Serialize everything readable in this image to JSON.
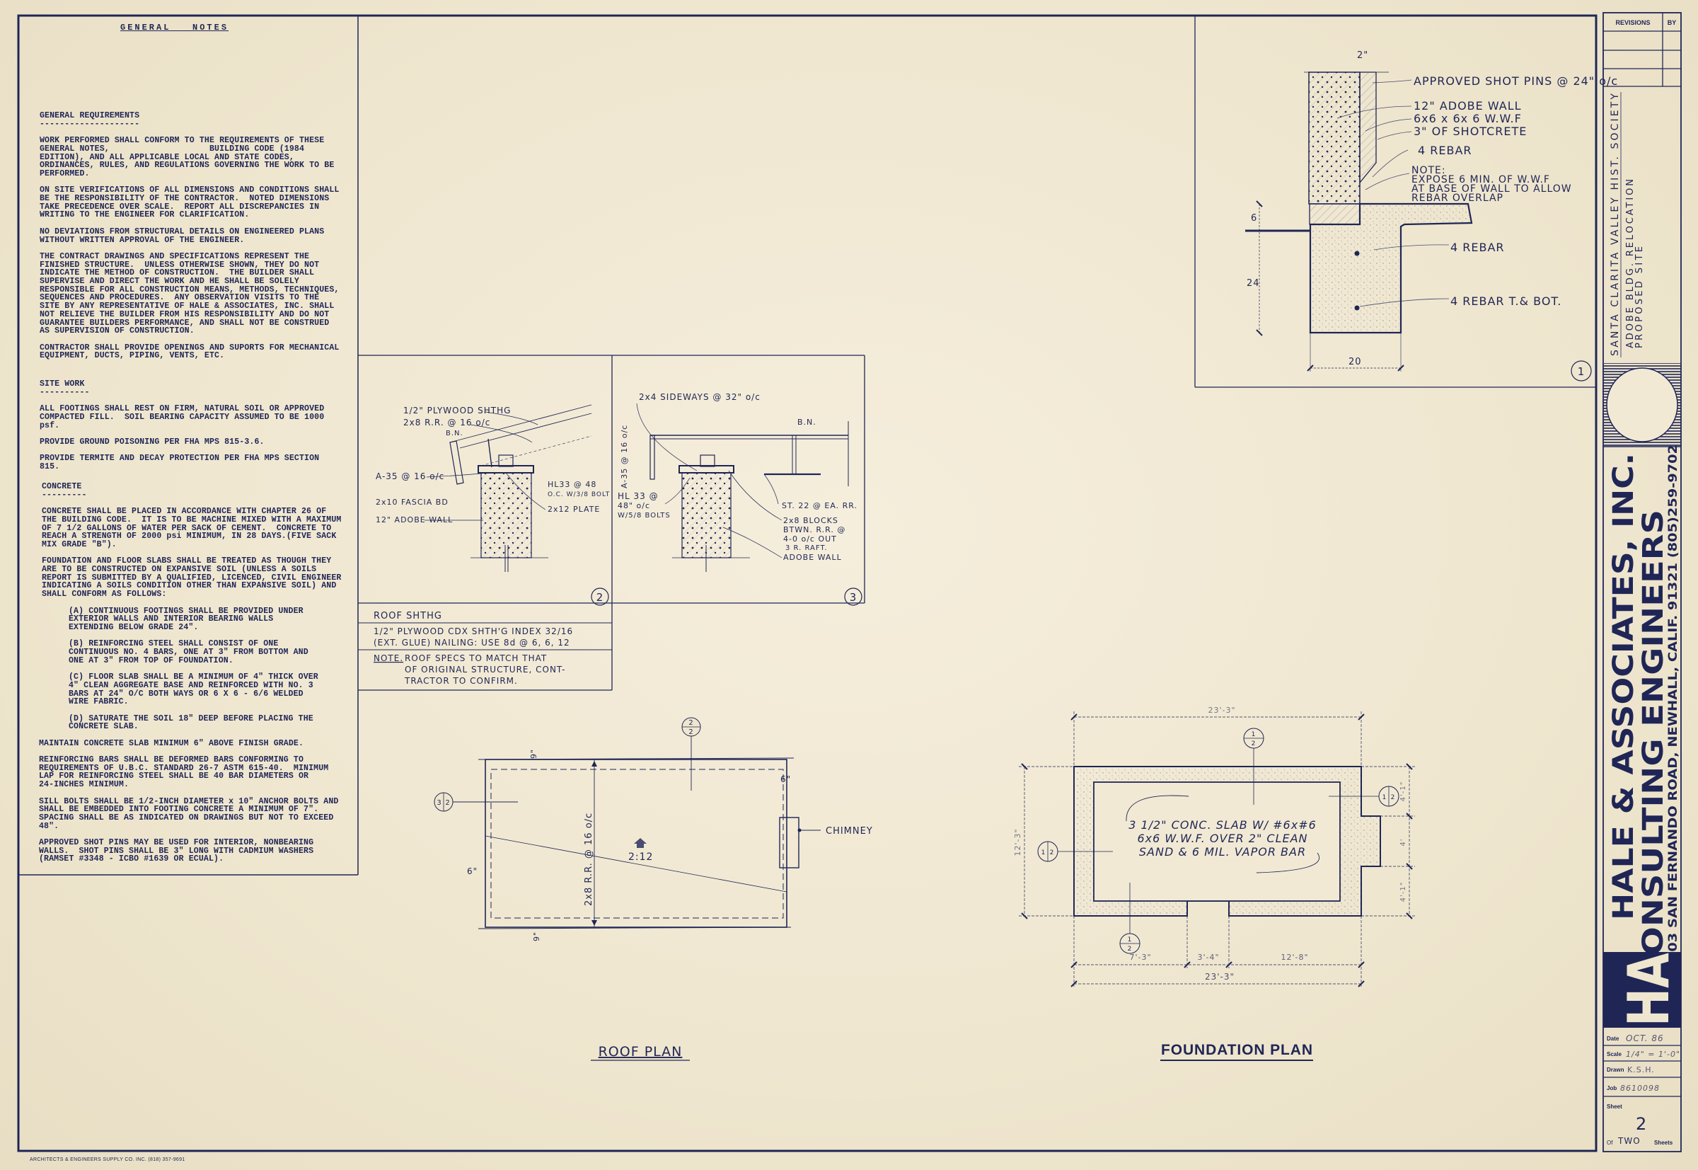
{
  "general_notes": {
    "title": "GENERAL   NOTES",
    "general_requirements": {
      "heading": "GENERAL REQUIREMENTS",
      "rule": "--------------------",
      "paragraphs": [
        "WORK PERFORMED SHALL CONFORM TO THE REQUIREMENTS OF THESE\nGENERAL NOTES,                    BUILDING CODE (1984\nEDITION), AND ALL APPLICABLE LOCAL AND STATE CODES,\nORDINANCES, RULES, AND REGULATIONS GOVERNING THE WORK TO BE\nPERFORMED.",
        "ON SITE VERIFICATIONS OF ALL DIMENSIONS AND CONDITIONS SHALL\nBE THE RESPONSIBILITY OF THE CONTRACTOR.  NOTED DIMENSIONS\nTAKE PRECEDENCE OVER SCALE.  REPORT ALL DISCREPANCIES IN\nWRITING TO THE ENGINEER FOR CLARIFICATION.",
        "NO DEVIATIONS FROM STRUCTURAL DETAILS ON ENGINEERED PLANS\nWITHOUT WRITTEN APPROVAL OF THE ENGINEER.",
        "THE CONTRACT DRAWINGS AND SPECIFICATIONS REPRESENT THE\nFINISHED STRUCTURE.  UNLESS OTHERWISE SHOWN, THEY DO NOT\nINDICATE THE METHOD OF CONSTRUCTION.  THE BUILDER SHALL\nSUPERVISE AND DIRECT THE WORK AND HE SHALL BE SOLELY\nRESPONSIBLE FOR ALL CONSTRUCTION MEANS, METHODS, TECHNIQUES,\nSEQUENCES AND PROCEDURES.  ANY OBSERVATION VISITS TO THE\nSITE BY ANY REPRESENTATIVE OF HALE & ASSOCIATES, INC. SHALL\nNOT RELIEVE THE BUILDER FROM HIS RESPONSIBILITY AND DO NOT\nGUARANTEE BUILDERS PERFORMANCE, AND SHALL NOT BE CONSTRUED\nAS SUPERVISION OF CONSTRUCTION.",
        "CONTRACTOR SHALL PROVIDE OPENINGS AND SUPORTS FOR MECHANICAL\nEQUIPMENT, DUCTS, PIPING, VENTS, ETC."
      ]
    },
    "site_work": {
      "heading": "SITE WORK",
      "rule": "----------",
      "paragraphs": [
        "ALL FOOTINGS SHALL REST ON FIRM, NATURAL SOIL OR APPROVED\nCOMPACTED FILL.  SOIL BEARING CAPACITY ASSUMED TO BE 1000\npsf.",
        "PROVIDE GROUND POISONING PER FHA MPS 815-3.6.",
        "PROVIDE TERMITE AND DECAY PROTECTION PER FHA MPS SECTION\n815."
      ]
    },
    "concrete": {
      "heading": "CONCRETE",
      "rule": "---------",
      "paragraphs": [
        "CONCRETE SHALL BE PLACED IN ACCORDANCE WITH CHAPTER 26 OF\nTHE BUILDING CODE.  IT IS TO BE MACHINE MIXED WITH A MAXIMUM\nOF 7 1/2 GALLONS OF WATER PER SACK OF CEMENT.  CONCRETE TO\nREACH A STRENGTH OF 2000 psi MINIMUM, IN 28 DAYS.(FIVE SACK\nMIX GRADE \"B\").",
        "FOUNDATION AND FLOOR SLABS SHALL BE TREATED AS THOUGH THEY\nARE TO BE CONSTRUCTED ON EXPANSIVE SOIL (UNLESS A SOILS\nREPORT IS SUBMITTED BY A QUALIFIED, LICENCED, CIVIL ENGINEER\nINDICATING A SOILS CONDITION OTHER THAN EXPANSIVE SOIL) AND\nSHALL CONFORM AS FOLLOWS:"
      ],
      "items": [
        "(A) CONTINUOUS FOOTINGS SHALL BE PROVIDED UNDER\nEXTERIOR WALLS AND INTERIOR BEARING WALLS\nEXTENDING BELOW GRADE 24\".",
        "(B) REINFORCING STEEL SHALL CONSIST OF ONE\nCONTINUOUS NO. 4 BARS, ONE AT 3\" FROM BOTTOM AND\nONE AT 3\" FROM TOP OF FOUNDATION.",
        "(C) FLOOR SLAB SHALL BE A MINIMUM OF 4\" THICK OVER\n4\" CLEAN AGGREGATE BASE AND REINFORCED WITH NO. 3\nBARS AT 24\" O/C BOTH WAYS OR 6 X 6 - 6/6 WELDED\nWIRE FABRIC.",
        "(D) SATURATE THE SOIL 18\" DEEP BEFORE PLACING THE\nCONCRETE SLAB."
      ],
      "more": [
        "MAINTAIN CONCRETE SLAB MINIMUM 6\" ABOVE FINISH GRADE.",
        "REINFORCING BARS SHALL BE DEFORMED BARS CONFORMING TO\nREQUIREMENTS OF U.B.C. STANDARD 26-7 ASTM 615-40.  MINIMUM\nLAP FOR REINFORCING STEEL SHALL BE 40 BAR DIAMETERS OR\n24-INCHES MINIMUM.",
        "SILL BOLTS SHALL BE 1/2-INCH DIAMETER x 10\" ANCHOR BOLTS AND\nSHALL BE EMBEDDED INTO FOOTING CONCRETE A MINIMUM OF 7\".\nSPACING SHALL BE AS INDICATED ON DRAWINGS BUT NOT TO EXCEED\n48\".",
        "APPROVED SHOT PINS MAY BE USED FOR INTERIOR, NONBEARING\nWALLS.  SHOT PINS SHALL BE 3\" LONG WITH CADMIUM WASHERS\n(RAMSET #3348 - ICBO #1639 OR ECUAL)."
      ]
    }
  },
  "detail_1": {
    "number": "1",
    "top_dim": "2\"",
    "labels": [
      "APPROVED SHOT PINS @ 24\" o/c",
      "12\" ADOBE WALL",
      "6x6 x 6x 6 W.W.F",
      "3\" OF SHOTCRETE",
      "4 REBAR"
    ],
    "note": [
      "NOTE:",
      "EXPOSE 6 MIN. OF W.W.F",
      "AT BASE OF WALL TO ALLOW",
      "REBAR OVERLAP"
    ],
    "rebar_mid": "4 REBAR",
    "rebar_bot": "4 REBAR T.& BOT.",
    "dims": {
      "slab": "6",
      "depth": "24",
      "width": "20"
    }
  },
  "detail_2": {
    "number": "2",
    "labels": {
      "sheathing": "1/2\" PLYWOOD SHTHG",
      "rafter": "2x8 R.R. @ 16 o/c",
      "bn": "B.N.",
      "a35": "A-35 @ 16 o/c",
      "fascia": "2x10 FASCIA BD",
      "wall": "12\" ADOBE WALL",
      "hl33a": "HL33 @ 48",
      "hl33b": "O.C. W/3/8 BOLT",
      "plate": "2x12 PLATE"
    }
  },
  "detail_3": {
    "number": "3",
    "labels": {
      "sideways": "2x4 SIDEWAYS @ 32\" o/c",
      "bn": "B.N.",
      "a35": "A-35 @ 16 o/c",
      "hl33a": "HL 33 @",
      "hl33b": "48\" o/c",
      "hl33c": "W/5/8 BOLTS",
      "st22": "ST. 22 @ EA. RR.",
      "blocks": [
        "2x8 BLOCKS",
        "BTWN. R.R. @",
        "4-0 o/c OUT",
        "3 R. RAFT."
      ],
      "wall": "ADOBE WALL"
    }
  },
  "roof_sheathing": {
    "heading": "ROOF SHTHG",
    "spec": [
      "1/2\" PLYWOOD CDX SHTH'G INDEX 32/16",
      "(EXT. GLUE) NAILING: USE 8d @ 6, 6, 12"
    ],
    "note_label": "NOTE.",
    "note": [
      "ROOF SPECS TO MATCH THAT",
      "OF ORIGINAL STRUCTURE, CONT-",
      "TRACTOR TO CONFIRM."
    ]
  },
  "roof_plan": {
    "title": "ROOF PLAN",
    "rafters": "2x8 R.R. @ 16 o/c",
    "slope": "2:12",
    "chimney": "CHIMNEY",
    "dims": [
      "9\"",
      "6\"",
      "9\"",
      "6\""
    ],
    "markers": [
      {
        "top": "2",
        "bottom": "2"
      },
      {
        "top": "3",
        "bottom": "2"
      }
    ]
  },
  "foundation_plan": {
    "title": "FOUNDATION PLAN",
    "slab_note": [
      "3 1/2\" CONC. SLAB W/ #6x#6",
      "6x6 W.W.F. OVER 2\" CLEAN",
      "SAND & 6 MIL. VAPOR BAR"
    ],
    "dims": {
      "top": "23'-3\"",
      "left": "12'-3\"",
      "seg1": "7'-3\"",
      "seg2": "3'-4\"",
      "seg3": "12'-8\"",
      "total": "23'-3\"",
      "right": [
        "4'-1\"",
        "4'",
        "4'-1\""
      ]
    },
    "markers": [
      {
        "top": "1",
        "bottom": "2"
      },
      {
        "top": "1",
        "bottom": "2"
      },
      {
        "top": "1",
        "bottom": "2"
      },
      {
        "top": "1",
        "bottom": "2"
      }
    ]
  },
  "title_block": {
    "revisions_label": "REVISIONS",
    "by_label": "BY",
    "project": {
      "client": "SANTA CLARITA VALLEY HIST. SOCIETY",
      "line1": "ADOBE BLDG. RELOCATION",
      "line2": "PROPOSED SITE"
    },
    "company": "HALE & ASSOCIATES, INC.",
    "subtitle": "CONSULTING ENGINEERS",
    "address": "24303 SAN FERNANDO ROAD, NEWHALL, CALIF. 91321 (805)259-9702",
    "logo": "HA",
    "date_label": "Date",
    "date": "OCT. 86",
    "scale_label": "Scale",
    "scale": "1/4\" = 1'-0\"",
    "drawn_label": "Drawn",
    "drawn": "K.S.H.",
    "job_label": "Job",
    "job": "8610098",
    "sheet_label": "Sheet",
    "sheet": "2",
    "of_label": "Of",
    "of_total": "TWO",
    "sheets_label": "Sheets"
  },
  "footer": {
    "supplier": "ARCHITECTS & ENGINEERS SUPPLY CO. INC. (818) 357-9691"
  },
  "colors": {
    "ink": "#1f2656",
    "paper": "#efe6cf"
  }
}
